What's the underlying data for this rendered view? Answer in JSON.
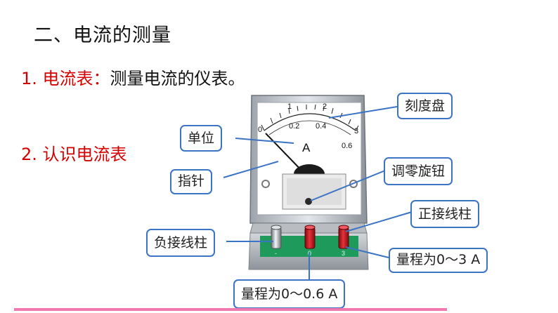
{
  "heading": "二、电流的测量",
  "point1": {
    "number_label": "1. 电流表：",
    "text": "测量电流的仪表。"
  },
  "point2": "2. 认识电流表",
  "meter": {
    "unit_symbol": "A",
    "upper_scale": [
      "0",
      "1",
      "2",
      "3"
    ],
    "lower_scale": [
      "0.2",
      "0.4",
      "0.6"
    ],
    "terminal_marks": [
      "-",
      "0",
      "3"
    ]
  },
  "callouts": {
    "dial": "刻度盘",
    "unit": "单位",
    "pointer": "指针",
    "zero_adjust": "调零旋钮",
    "positive_terminal": "正接线柱",
    "negative_terminal": "负接线柱",
    "range_3a": "量程为0～3 A",
    "range_06a": "量程为0～0.6 A"
  },
  "colors": {
    "heading_red": "#d40000",
    "callout_border": "#3b74c4",
    "terminal_red": "#c8141c",
    "base_green": "#1e9a5a",
    "accent_pink": "#f07ab0"
  }
}
